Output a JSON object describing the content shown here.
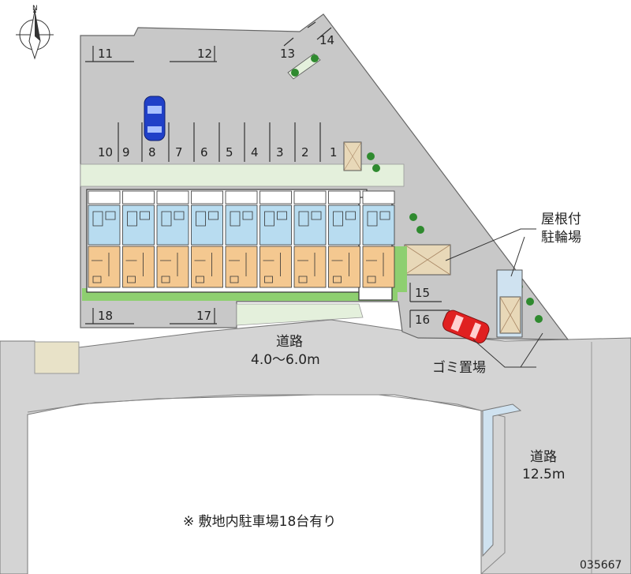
{
  "compass": {
    "north_label": "N"
  },
  "parking": {
    "spaces_top_row": [
      "10",
      "9",
      "8",
      "7",
      "6",
      "5",
      "4",
      "3",
      "2",
      "1"
    ],
    "space_11": "11",
    "space_12": "12",
    "space_13": "13",
    "space_14": "14",
    "space_15": "15",
    "space_16": "16",
    "space_17": "17",
    "space_18": "18"
  },
  "roads": {
    "narrow_road_name": "道路",
    "narrow_road_width": "4.0～6.0m",
    "wide_road_name": "道路",
    "wide_road_width": "12.5m"
  },
  "callouts": {
    "bike_parking_line1": "屋根付",
    "bike_parking_line2": "駐輪場",
    "garbage": "ゴミ置場"
  },
  "note": "※ 敷地内駐車場18台有り",
  "property_code": "035667",
  "colors": {
    "lot": "#c8c8c8",
    "road": "#d4d4d4",
    "footpath": "#e4f0dc",
    "building_blue": "#b8dcf0",
    "building_tan": "#f4c890",
    "green_strip": "#8ecf70",
    "blue_car": "#2040c8",
    "red_car": "#e02020"
  }
}
